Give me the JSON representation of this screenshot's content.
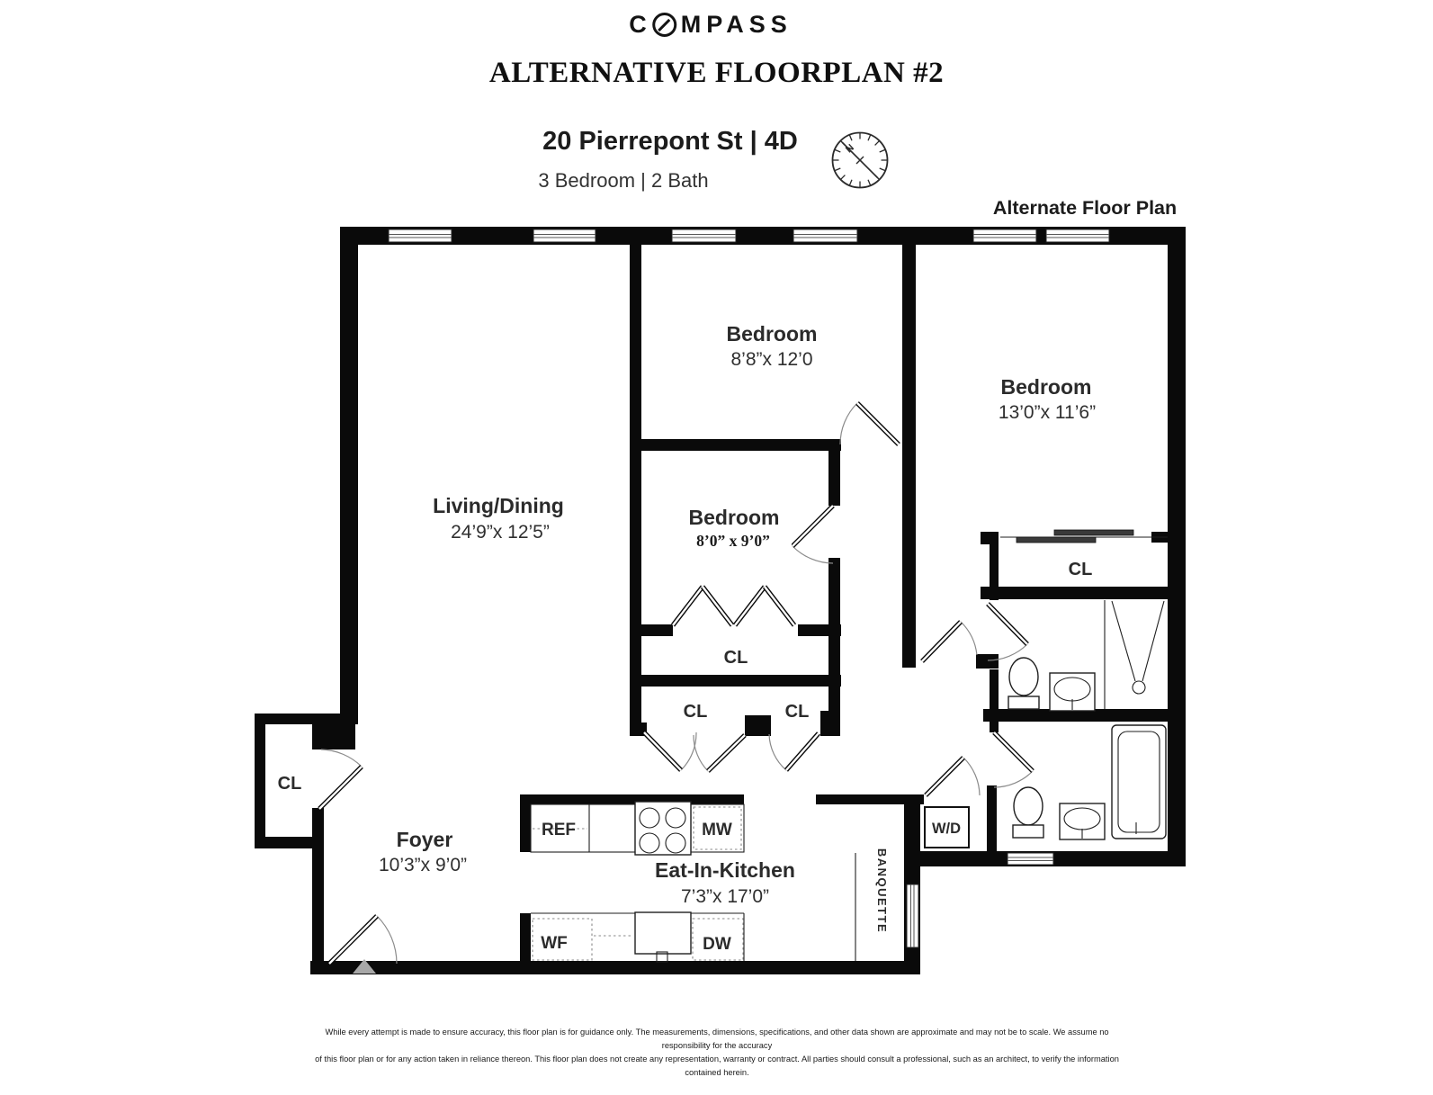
{
  "header": {
    "logo_prefix": "C",
    "logo_suffix": "MPASS",
    "title": "ALTERNATIVE FLOORPLAN #2",
    "address": "20 Pierrepont St | 4D",
    "details": "3 Bedroom | 2 Bath",
    "plan_label": "Alternate Floor Plan",
    "compass_north_label": "N"
  },
  "rooms": {
    "living_dining": {
      "name": "Living/Dining",
      "dimensions": "24’9”x 12’5”"
    },
    "bedroom_top": {
      "name": "Bedroom",
      "dimensions": "8’8”x 12’0"
    },
    "bedroom_middle": {
      "name": "Bedroom",
      "dimensions": "8’0” x 9’0”"
    },
    "bedroom_right": {
      "name": "Bedroom",
      "dimensions": "13’0”x 11’6”"
    },
    "foyer": {
      "name": "Foyer",
      "dimensions": "10’3”x 9’0”"
    },
    "kitchen": {
      "name": "Eat-In-Kitchen",
      "dimensions": "7’3”x 17’0”"
    }
  },
  "labels": {
    "closet_foyer": "CL",
    "closet_middle": "CL",
    "closet_bottom_left": "CL",
    "closet_bottom_right": "CL",
    "closet_bedroom_right": "CL",
    "refrigerator": "REF",
    "microwave": "MW",
    "wine_fridge": "WF",
    "dishwasher": "DW",
    "washer_dryer": "W/D",
    "banquette": "BANQUETTE"
  },
  "footer": {
    "disclaimer_line1": "While every attempt is made to ensure accuracy, this floor plan is for guidance only. The measurements, dimensions, specifications, and other data shown are approximate and may not be to scale. We assume no responsibility for the accuracy",
    "disclaimer_line2": "of this floor plan or for any action taken in reliance thereon. This floor plan does not create any representation, warranty or contract. All parties should consult a professional, such as an architect, to verify the information contained herein."
  },
  "colors": {
    "wall": "#0a0a0a",
    "text": "#2b2b2b",
    "door_arc": "#8a8a8a",
    "entry_arrow": "#a8a8a8"
  }
}
